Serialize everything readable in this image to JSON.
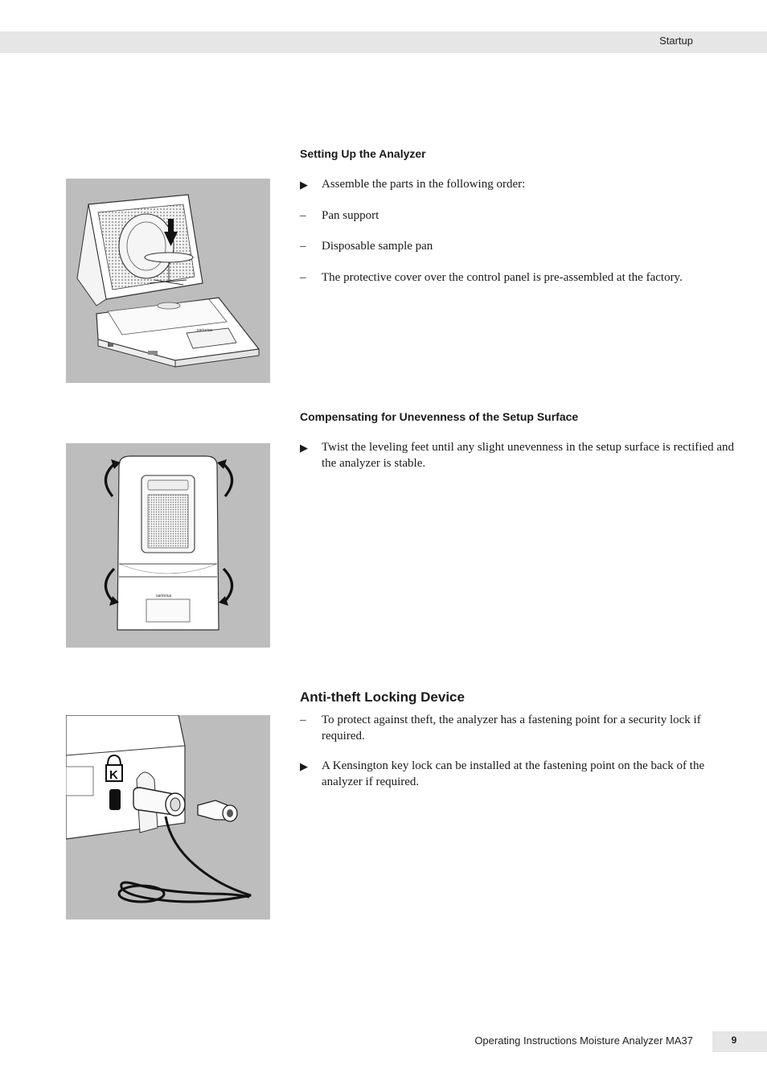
{
  "header": {
    "section": "Startup"
  },
  "sections": [
    {
      "heading": "Setting Up the Analyzer",
      "items": [
        {
          "marker": "▶",
          "text": "Assemble the parts in the following order:"
        },
        {
          "marker": "–",
          "text": "Pan support"
        },
        {
          "marker": "–",
          "text": "Disposable sample pan"
        },
        {
          "marker": "–",
          "text": "The protective cover over the control panel is pre-assembled at the factory."
        }
      ]
    },
    {
      "heading": "Compensating for Unevenness of the Setup Surface",
      "items": [
        {
          "marker": "▶",
          "text": "Twist the leveling feet until any slight unevenness in the setup surface is rectified and the analyzer is stable."
        }
      ]
    },
    {
      "heading": "Anti-theft Locking Device",
      "items": [
        {
          "marker": "–",
          "text": "To protect against theft, the analyzer has a fastening point for a security lock if required."
        },
        {
          "marker": "▶",
          "text": "A Kensington key lock can be installed at the fastening point on the back of the analyzer if required."
        }
      ]
    }
  ],
  "figures": {
    "brand_label": "sartorius",
    "lock_symbol": "K"
  },
  "footer": {
    "title": "Operating Instructions Moisture Analyzer MA37",
    "page_number": "9"
  }
}
